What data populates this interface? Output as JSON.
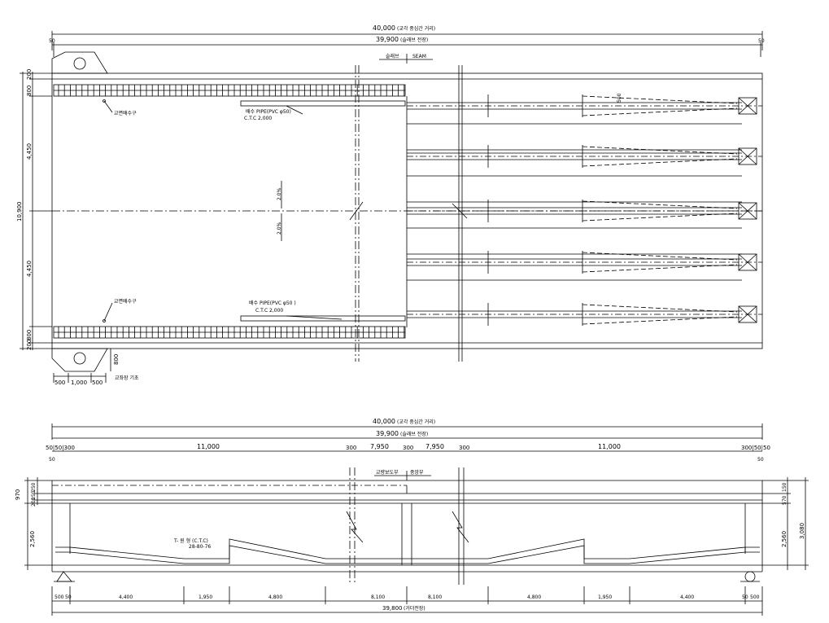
{
  "plan": {
    "overall_length": "40,000",
    "overall_length_note": "(교각 중심간 거리)",
    "slab_length": "39,900",
    "slab_length_note": "(슬래브 전장)",
    "end_left": "50",
    "end_right": "50",
    "seam_left": "슬래브",
    "seam_right": "SEAM",
    "dim_top_a": "800",
    "dim_top_b": "200",
    "dim_upper_half": "4,450",
    "dim_total_width": "10,900",
    "dim_lower_half": "4,450",
    "dim_bot_a": "200",
    "dim_bot_b": "800",
    "drain_label_top": "교면배수구",
    "drain_label_bot": "교면배수구",
    "pipe_top_1": "배수 PIPE(PVC φ50)",
    "pipe_top_2": "C.T.C 2,000",
    "pipe_bot_1": "배수 PIPE(PVC φ50 )",
    "pipe_bot_2": "C.T.C 2,000",
    "slope_1": "2.0%",
    "slope_2": "2.0%",
    "girder_dim": "500",
    "pier_dim_a": "500",
    "pier_dim_b": "1,000",
    "pier_dim_c": "500",
    "pier_dim_v": "800",
    "pier_label": "교좌장 기초"
  },
  "elevation": {
    "overall_length": "40,000",
    "overall_length_note": "(교각 중심간 거리)",
    "slab_length": "39,900",
    "slab_length_note": "(슬래브 전장)",
    "seg_left_small": "50|50|300",
    "seg_left": "11,000",
    "seg_300a": "300",
    "seg_mid_a": "7,950",
    "seg_300b": "300",
    "seg_mid_b": "7,950",
    "seg_300c": "300",
    "seg_right": "11,000",
    "seg_right_small": "300|50|50",
    "end_left": "50",
    "end_right": "50",
    "center_label_left": "교량보도부",
    "center_label_right": "중앙부",
    "dim_970": "970",
    "dim_250": "250",
    "dim_150": "150",
    "dim_200": "200",
    "dim_2560_left": "2,560",
    "dim_150r": "150",
    "dim_570": "570",
    "dim_2560_right": "2,560",
    "dim_3080": "3,080",
    "tendon_note_1": "T- 원 형 (C.T.C)",
    "tendon_note_2": "28-80-76",
    "b_500_l": "500",
    "b_50_l": "50",
    "b_4400_l": "4,400",
    "b_1950_l": "1,950",
    "b_4800_l": "4,800",
    "b_8100_l": "8,100",
    "b_8100_r": "8,100",
    "b_4800_r": "4,800",
    "b_1950_r": "1,950",
    "b_4400_r": "4,400",
    "b_50_r": "50",
    "b_500_r": "500",
    "bottom_total": "39,800",
    "bottom_total_note": "(거더전장)"
  }
}
